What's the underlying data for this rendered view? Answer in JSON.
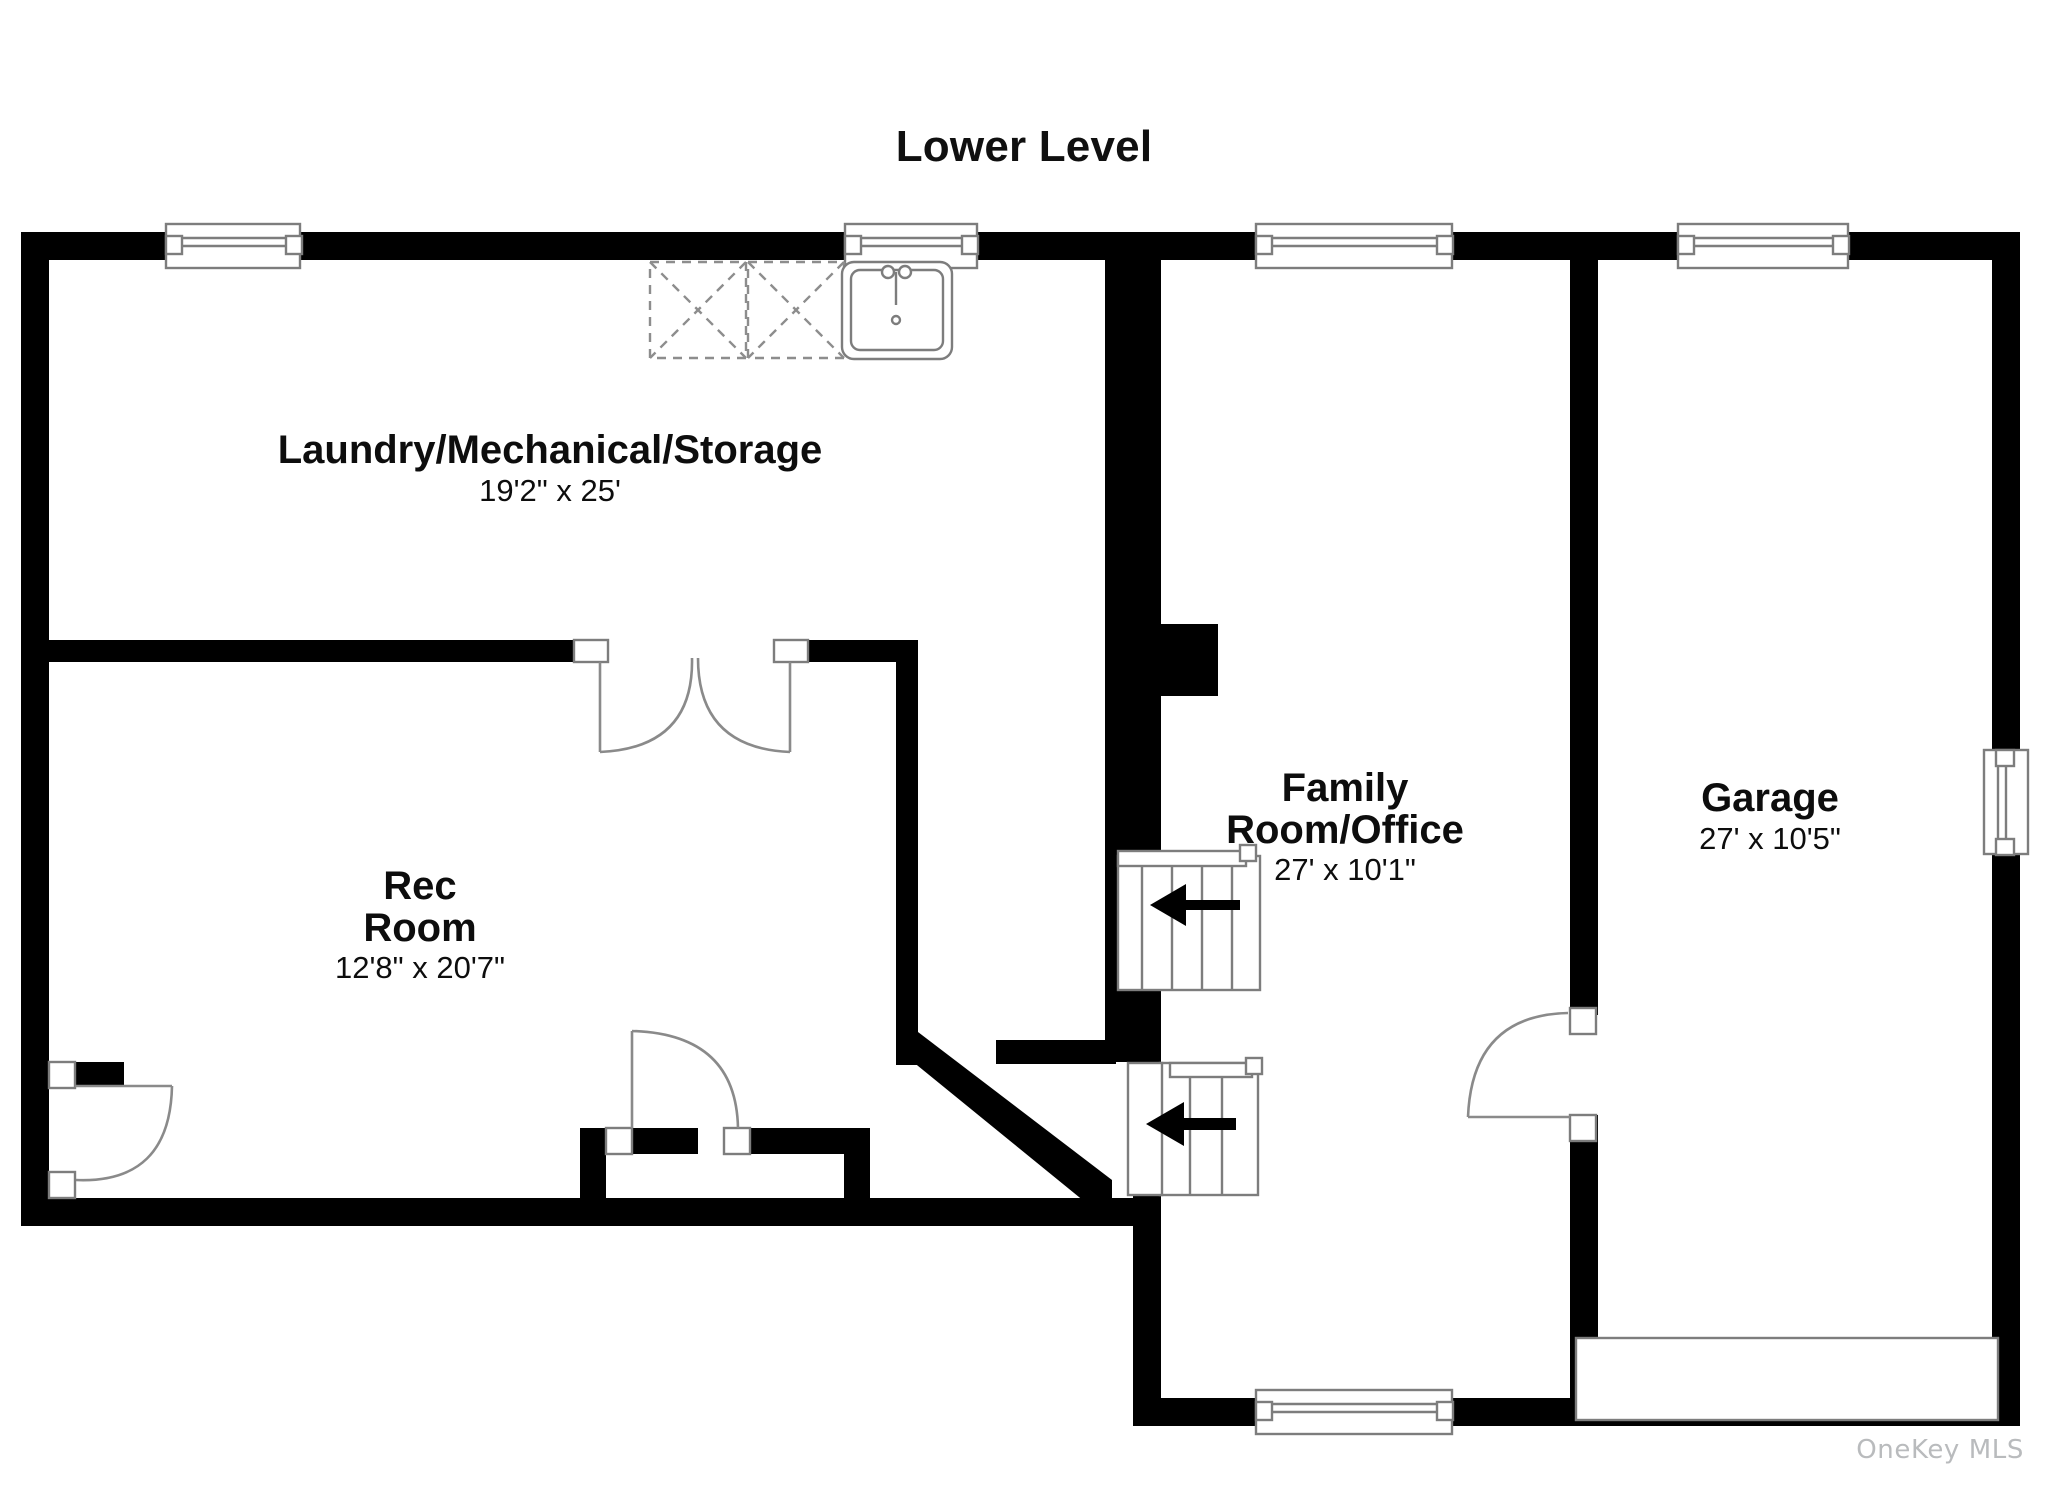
{
  "plan": {
    "title": "Lower Level",
    "watermark": "OneKey MLS",
    "colors": {
      "wall": "#000000",
      "background": "#ffffff",
      "fixture_line": "#7d7d7d",
      "text": "#0d0d0d",
      "watermark": "#b9bbbd"
    }
  },
  "rooms": [
    {
      "id": "laundry",
      "name": "Laundry/Mechanical/Storage",
      "dimensions": "19'2\" x 25'"
    },
    {
      "id": "rec",
      "name": "Rec\nRoom",
      "name_line1": "Rec",
      "name_line2": "Room",
      "dimensions": "12'8\" x 20'7\""
    },
    {
      "id": "family",
      "name": "Family Room/Office",
      "name_line1": "Family",
      "name_line2": "Room/Office",
      "dimensions": "27' x 10'1\""
    },
    {
      "id": "garage",
      "name": "Garage",
      "dimensions": "27' x 10'5\""
    }
  ],
  "fixtures": [
    {
      "id": "washer",
      "type": "appliance-dashed-x",
      "label": "washer"
    },
    {
      "id": "dryer",
      "type": "appliance-dashed-x",
      "label": "dryer"
    },
    {
      "id": "sink",
      "type": "utility-sink",
      "label": "utility sink"
    },
    {
      "id": "stair-upper",
      "type": "staircase",
      "direction": "left"
    },
    {
      "id": "stair-lower",
      "type": "staircase",
      "direction": "left"
    },
    {
      "id": "garage-door",
      "type": "overhead-garage-door"
    }
  ],
  "openings": [
    {
      "id": "window-laundry-left",
      "type": "window",
      "wall": "top"
    },
    {
      "id": "window-laundry-right",
      "type": "window",
      "wall": "top"
    },
    {
      "id": "window-family-top",
      "type": "window",
      "wall": "top"
    },
    {
      "id": "window-garage-top",
      "type": "window",
      "wall": "top"
    },
    {
      "id": "window-garage-right",
      "type": "window",
      "wall": "right"
    },
    {
      "id": "window-family-bottom",
      "type": "window",
      "wall": "bottom"
    },
    {
      "id": "door-double-laundry-rec",
      "type": "double-door"
    },
    {
      "id": "door-rec-exterior",
      "type": "single-door"
    },
    {
      "id": "door-rec-closet",
      "type": "single-door"
    },
    {
      "id": "door-garage-family",
      "type": "single-door"
    }
  ]
}
